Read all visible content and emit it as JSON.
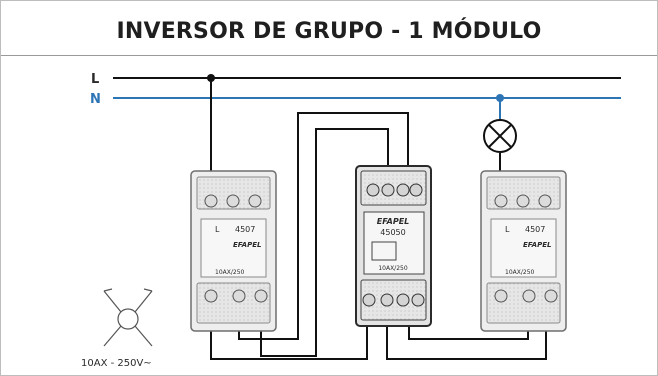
{
  "title": "INVERSOR DE GRUPO - 1 MÓDULO",
  "lines": {
    "live_label": "L",
    "neutral_label": "N",
    "live_color": "#111111",
    "neutral_color": "#2e75b6"
  },
  "switches": [
    {
      "number": "4507",
      "terminal": "L",
      "brand": "EFAPEL",
      "rating": "10AX/250"
    },
    {
      "number": "45050",
      "brand": "EFAPEL",
      "rating": "10AX/250"
    },
    {
      "number": "4507",
      "terminal": "L",
      "brand": "EFAPEL",
      "rating": "10AX/250"
    }
  ],
  "rating_symbol": {
    "label": "10AX - 250V~"
  },
  "lamp": {
    "icon": "lamp-cross-icon"
  }
}
